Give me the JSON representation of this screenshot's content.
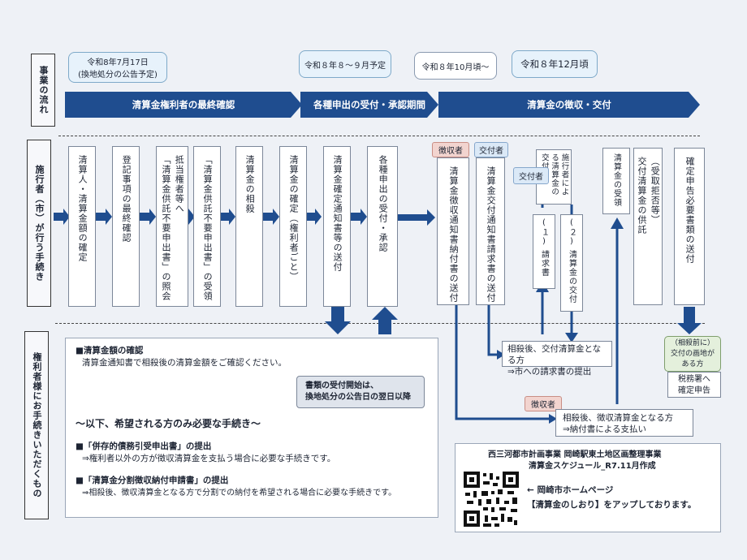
{
  "labels": {
    "business_flow": "事業の流れ",
    "city_procedures": "施行者（市）が行う手続き",
    "holder_procedures": "権利者様にお手続きいただくもの"
  },
  "schedule": {
    "bubble1_line1": "令和8年7月17日",
    "bubble1_line2": "(換地処分の公告予定)",
    "bubble2": "令和８年８～９月予定",
    "bubble3": "令和８年10月頃～",
    "bubble4": "令和８年12月頃",
    "band1": "清算金権利者の最終確認",
    "band2": "各種申出の受付・承認期間",
    "band3": "清算金の徴収・交付"
  },
  "steps": {
    "s1": "清算人・清算金額の確定",
    "s2": "登記事項の最終確認",
    "s3": "「清算金供託不要申出書」の照会",
    "s3b": "抵当権者等へ",
    "s4": "「清算金供託不要申出書」の受領",
    "s5": "清算金の相殺",
    "s6": "清算金の確定（権利者ごと）",
    "s7": "清算金確定通知書等の送付",
    "s8": "各種申出の受付・承認",
    "s9": "清算金徴収通知書納付書の送付",
    "s10": "清算金交付通知書請求書の送付",
    "s11": "施行者による清算金の交付",
    "s12": "清算金の受領",
    "s13": "交付清算金の供託",
    "s13b": "（受取拒否等）",
    "s14": "確定申告必要書類の送付"
  },
  "tags": {
    "collector": "徴収者",
    "grantee": "交付者",
    "grantee2": "交付者",
    "collector2": "徴収者",
    "num1": "(１)",
    "req": "請求書",
    "num2": "(２)",
    "grant": "清算金の交付",
    "offset_first": "（相殺前に）",
    "offset_second": "交付の画地が",
    "offset_third": "ある方"
  },
  "notes": {
    "grant_l1": "相殺後、交付清算金となる方",
    "grant_l2": "⇒市への請求書の提出",
    "collect_l1": "相殺後、徴収清算金となる方",
    "collect_l2": "⇒納付書による支払い",
    "tax_l1": "税務署へ",
    "tax_l2": "確定申告"
  },
  "panel": {
    "h1": "■清算金額の確認",
    "t1": "清算金通知書で相殺後の清算金額をご確認ください。",
    "notice_l1": "書類の受付開始は、",
    "notice_l2": "換地処分の公告日の翌日以降",
    "divider": "～以下、希望される方のみ必要な手続き～",
    "h2": "■「併存的債務引受申出書」の提出",
    "t2": "⇒権利者以外の方が徴収清算金を支払う場合に必要な手続きです。",
    "h3": "■「清算金分割徴収納付申請書」の提出",
    "t3": "⇒相殺後、徴収清算金となる方で分割での納付を希望される場合に必要な手続きです。"
  },
  "footer": {
    "line1": "西三河都市計画事業 岡崎駅東土地区画整理事業",
    "line2": "清算金スケジュール_R7.11月作成",
    "link": "← 岡崎市ホームページ",
    "note": "【清算金のしおり】をアップしております。"
  },
  "colors": {
    "navy": "#1f4d8f",
    "red_tag": "#f2d4cf",
    "blue_tag": "#dbe9f7"
  }
}
